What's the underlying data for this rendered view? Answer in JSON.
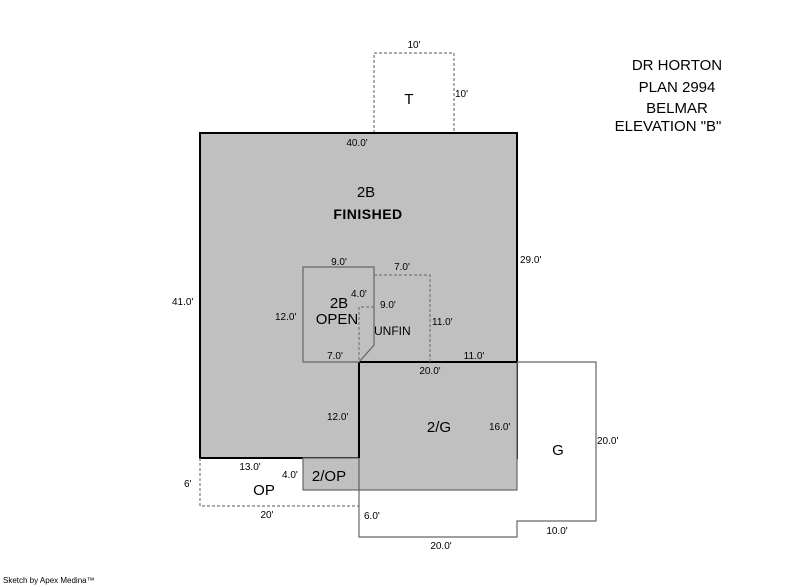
{
  "header": {
    "line1": "DR HORTON",
    "line2": "PLAN 2994",
    "line3": "BELMAR",
    "line4": "ELEVATION \"B\""
  },
  "areas": {
    "t": "T",
    "main_a": "2B",
    "main_b": "FINISHED",
    "open_a": "2B",
    "open_b": "OPEN",
    "unfin": "UNFIN",
    "garage2": "2/G",
    "garage": "G",
    "porch2": "2/OP",
    "porch": "OP"
  },
  "dimensions": {
    "t_top": "10'",
    "t_side": "10'",
    "main_top": "40.0'",
    "main_left": "41.0'",
    "main_right": "29.0'",
    "open_top": "9.0'",
    "open_left": "12.0'",
    "open_bottom": "7.0'",
    "open_notch": "4.0'",
    "open_inner": "9.0'",
    "unfin_top": "7.0'",
    "unfin_right": "11.0'",
    "step": "11.0'",
    "garage2_top": "20.0'",
    "garage2_left": "12.0'",
    "garage2_right": "16.0'",
    "garage_right": "20.0'",
    "garage_step": "10.0'",
    "garage_bottom": "20.0'",
    "garage_left": "6.0'",
    "op_top": "13.0'",
    "op_left": "6'",
    "op_bottom": "20'",
    "op2_side": "4.0'"
  },
  "footer": {
    "credit": "Sketch by Apex Medina™"
  },
  "colors": {
    "fill": "#c0c0c0",
    "line": "#000000",
    "subline": "#666666"
  }
}
